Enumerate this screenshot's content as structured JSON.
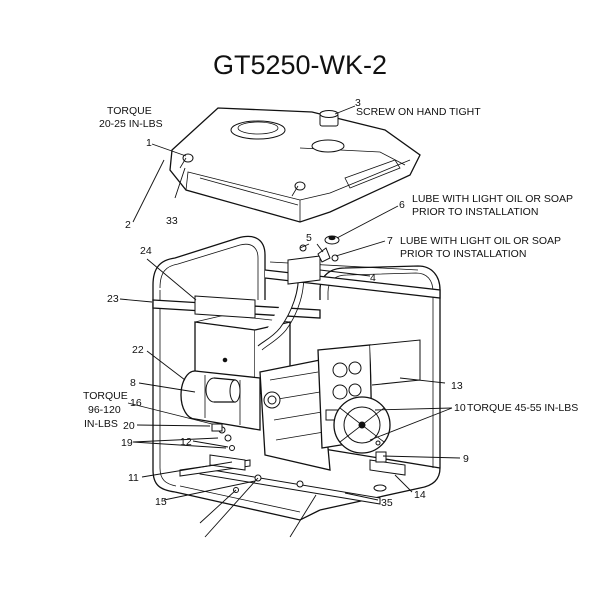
{
  "title": "GT5250-WK-2",
  "notes": {
    "torque_top_1": "TORQUE",
    "torque_top_2": "20-25 IN-LBS",
    "screw_note": "SCREW ON HAND TIGHT",
    "lube_6_1": "LUBE WITH LIGHT OIL OR SOAP",
    "lube_6_2": "PRIOR TO INSTALLATION",
    "lube_7_1": "LUBE WITH LIGHT OIL OR SOAP",
    "lube_7_2": "PRIOR TO INSTALLATION",
    "torque_left_1": "TORQUE",
    "torque_left_2": "96-120",
    "torque_left_3": "IN-LBS",
    "torque_10": "TORQUE 45-55 IN-LBS"
  },
  "callouts": [
    "1",
    "2",
    "3",
    "4",
    "5",
    "6",
    "7",
    "8",
    "9",
    "10",
    "11",
    "12",
    "13",
    "14",
    "15",
    "16",
    "19",
    "20",
    "22",
    "23",
    "24",
    "33",
    "35"
  ]
}
